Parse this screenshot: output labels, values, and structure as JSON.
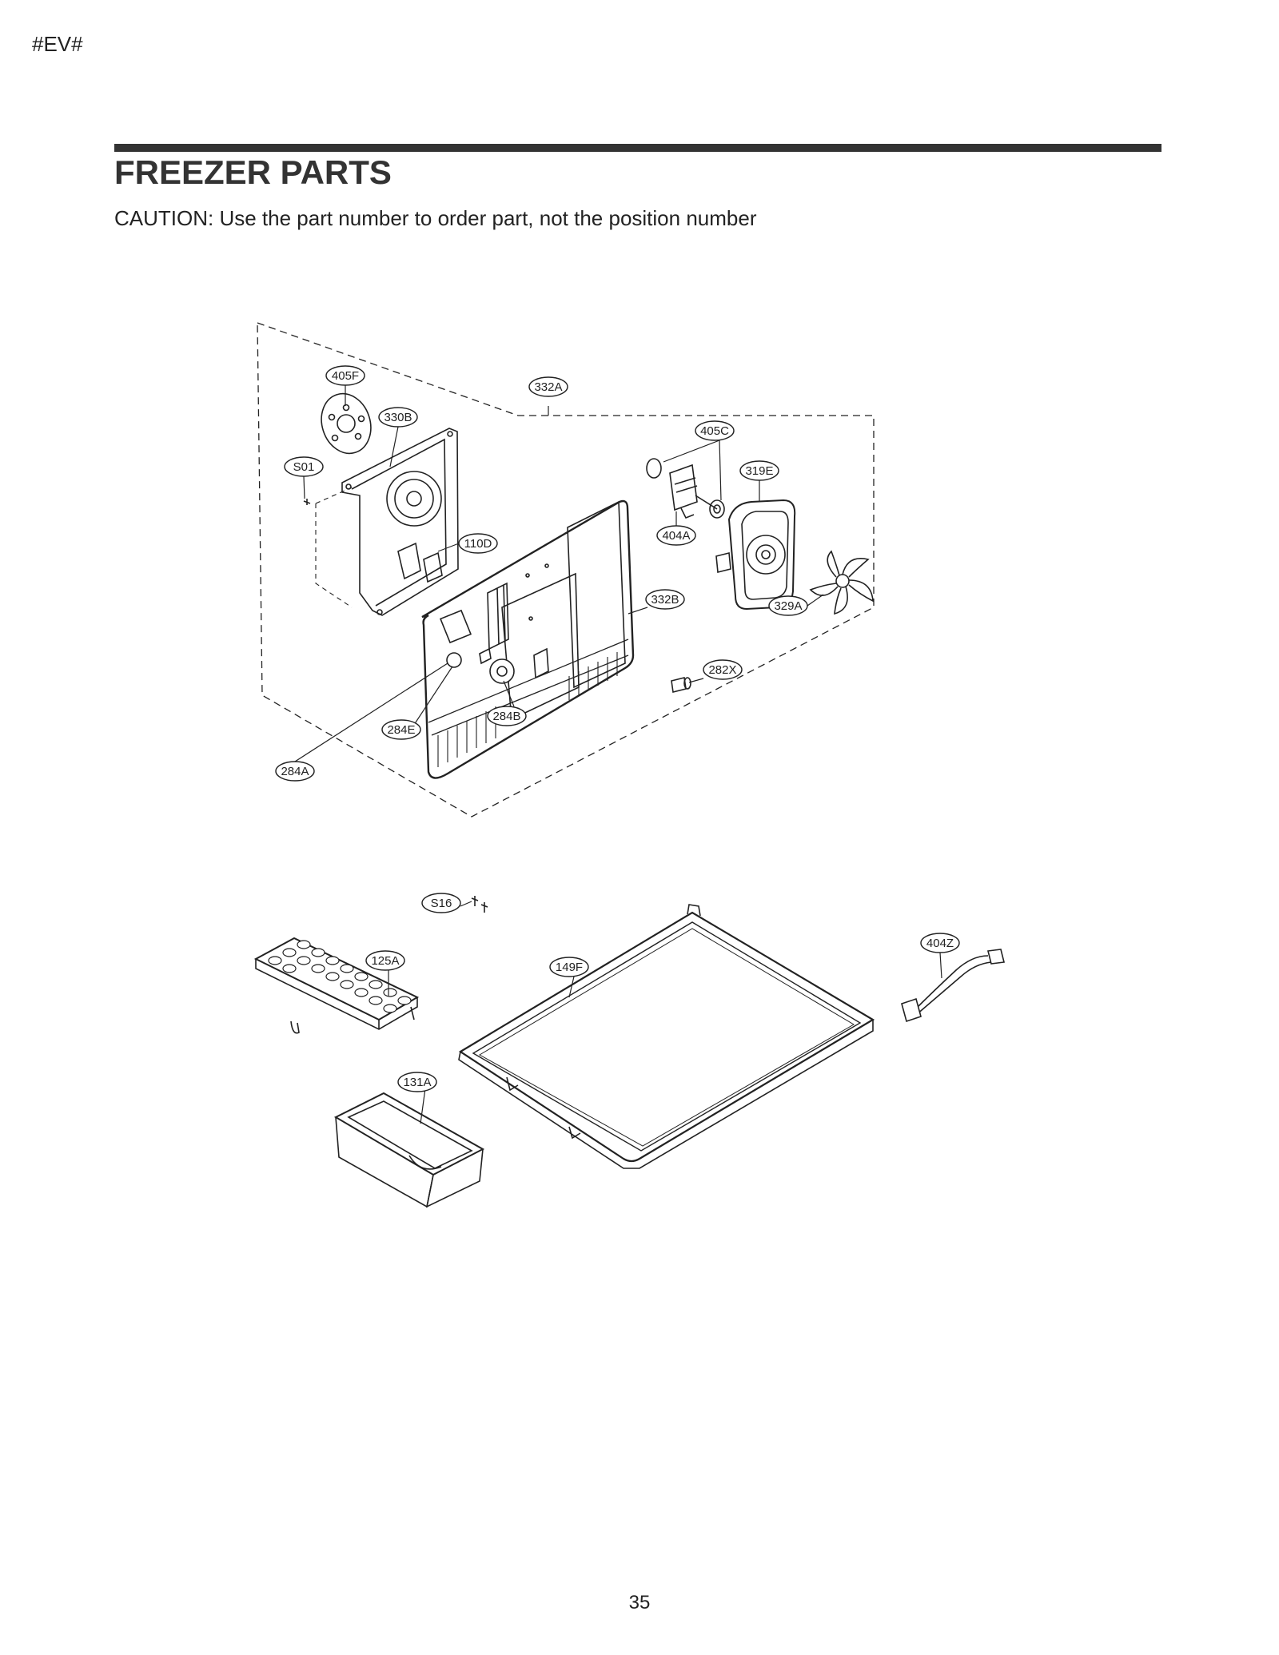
{
  "document": {
    "corner_tag": "#EV#",
    "title": "FREEZER PARTS",
    "caution": "CAUTION: Use the part number to order part, not the position number",
    "page_number": "35"
  },
  "callouts": {
    "c405F": "405F",
    "c332A": "332A",
    "c330B": "330B",
    "c405C": "405C",
    "cS01": "S01",
    "c319E": "319E",
    "c110D": "110D",
    "c404A": "404A",
    "c332B": "332B",
    "c329A": "329A",
    "c282X": "282X",
    "c284E": "284E",
    "c284B": "284B",
    "c284A": "284A",
    "cS16": "S16",
    "c404Z": "404Z",
    "c125A": "125A",
    "c149F": "149F",
    "c131A": "131A"
  }
}
